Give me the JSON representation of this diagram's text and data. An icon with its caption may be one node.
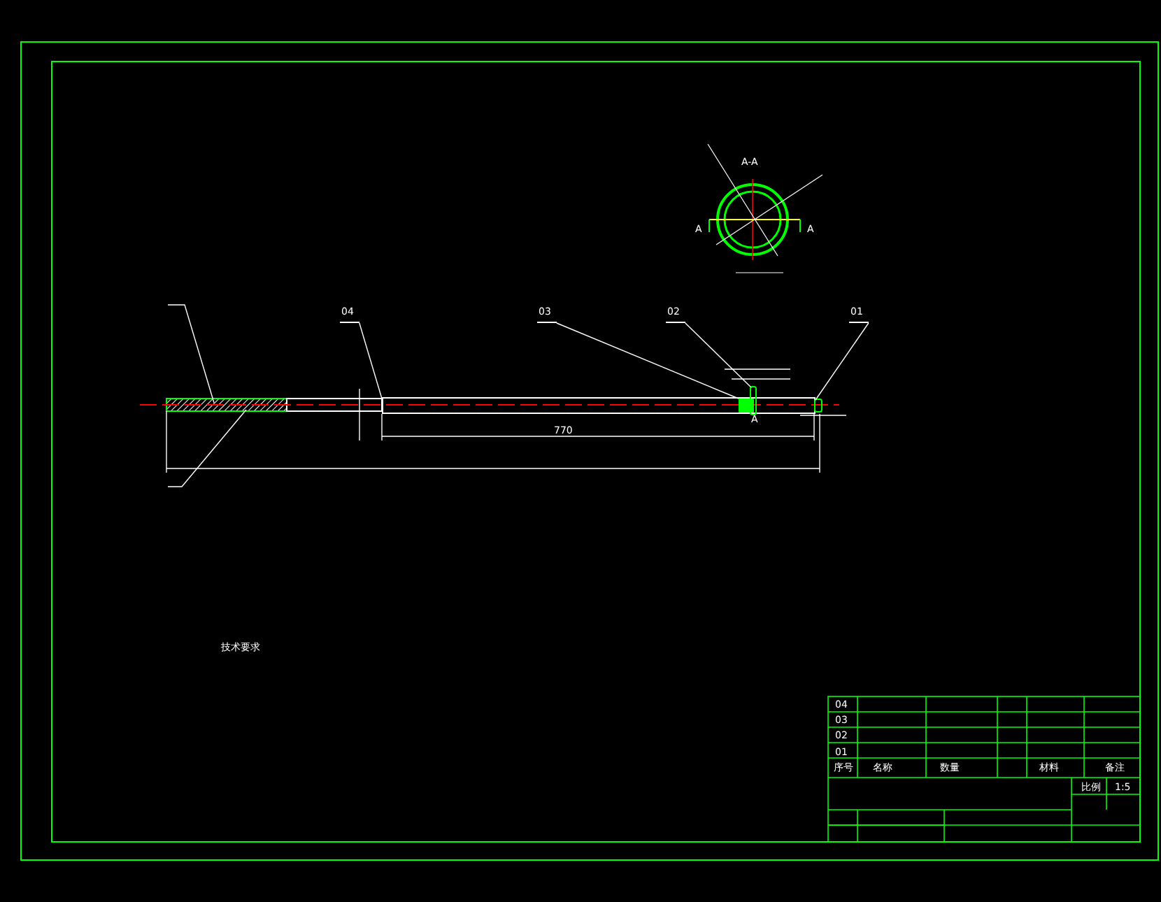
{
  "diagram": {
    "nodes": [
      {
        "text": [
          "04"
        ]
      },
      {
        "text": [
          "03"
        ]
      },
      {
        "text": [
          "02"
        ]
      },
      {
        "text": [
          "01"
        ]
      },
      {
        "text": [],
        "shape": "bar"
      },
      {
        "text": [],
        "shape": "box",
        "in": 4
      },
      {
        "text": [],
        "shape": "box"
      },
      {
        "text": [],
        "shape": "box"
      }
    ],
    "edges": [
      {
        "from": 0,
        "to": 4,
        "arrow": "none"
      },
      {
        "from": 1,
        "to": 5,
        "arrow": "none"
      },
      {
        "from": 2,
        "to": 6,
        "arrow": "none"
      },
      {
        "from": 3,
        "to": 7,
        "arrow": "none"
      }
    ],
    "labels": [
      "A-A",
      "A",
      "A",
      "A",
      "770",
      "技术要求",
      "04",
      "03",
      "02",
      "01",
      "序号",
      "名称",
      "数量",
      "材料",
      "备注",
      "比例",
      "1:5"
    ]
  }
}
